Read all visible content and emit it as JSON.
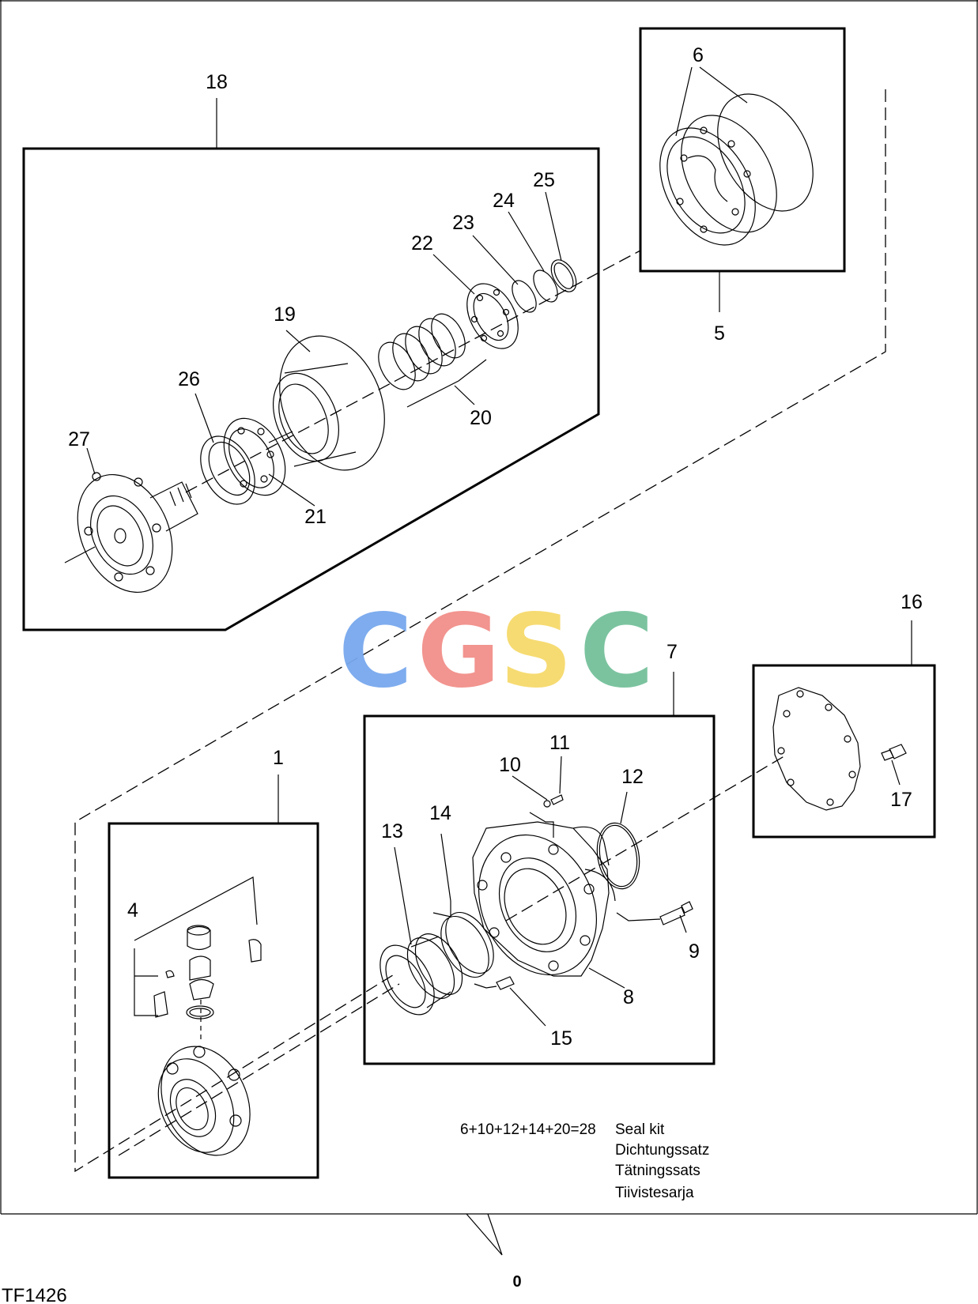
{
  "drawing": {
    "figure_code": "TF1426",
    "page_marker": "0"
  },
  "callouts": {
    "c1": "1",
    "c4": "4",
    "c5": "5",
    "c6": "6",
    "c7": "7",
    "c8": "8",
    "c9": "9",
    "c10": "10",
    "c11": "11",
    "c12": "12",
    "c13": "13",
    "c14": "14",
    "c15": "15",
    "c16": "16",
    "c17": "17",
    "c18": "18",
    "c19": "19",
    "c20": "20",
    "c21": "21",
    "c22": "22",
    "c23": "23",
    "c24": "24",
    "c25": "25",
    "c26": "26",
    "c27": "27"
  },
  "seal_kit": {
    "formula": "6+10+12+14+20=28",
    "names": [
      "Seal kit",
      "Dichtungssatz",
      "Tätningssats",
      "Tiivistesarja"
    ]
  },
  "watermark": {
    "letters": [
      "C",
      "G",
      "S",
      "C"
    ],
    "colors": [
      "#78a8ee",
      "#f28f8a",
      "#f6da6b",
      "#74c09a"
    ]
  }
}
